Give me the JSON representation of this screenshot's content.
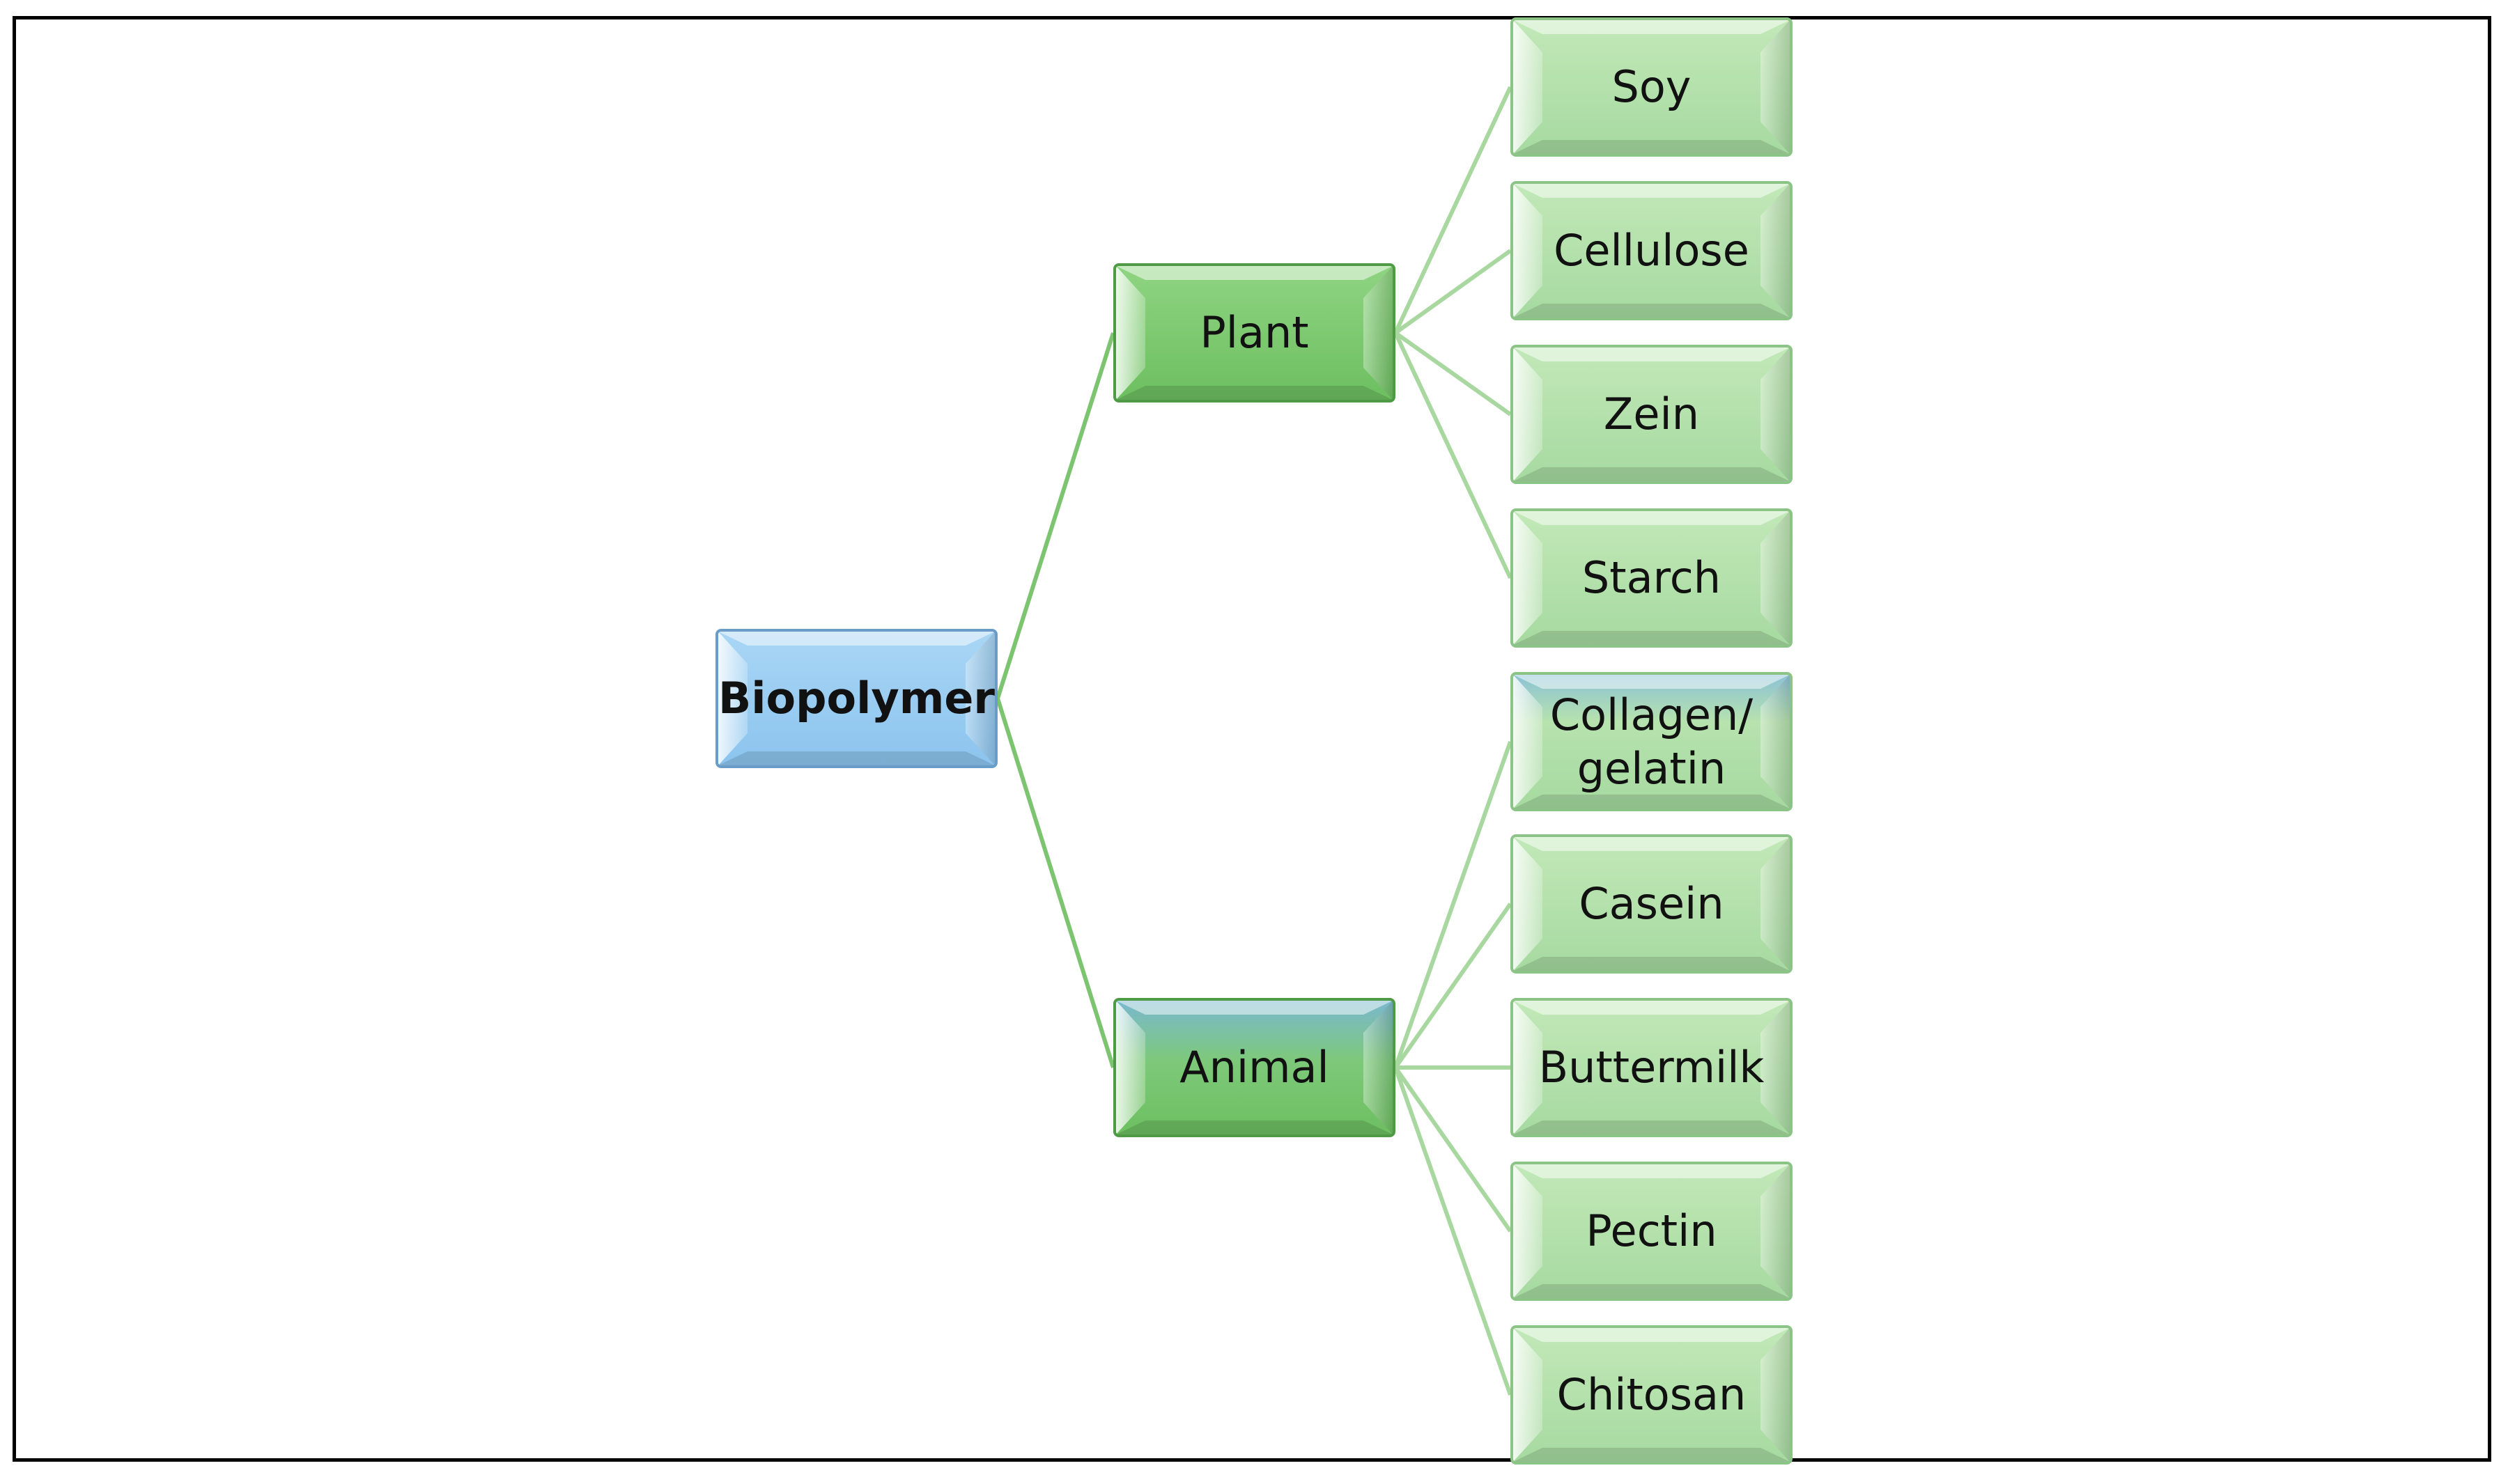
{
  "diagram": {
    "root": {
      "label": "Biopolymer"
    },
    "categories": [
      {
        "label": "Plant",
        "children": [
          "Soy",
          "Cellulose",
          "Zein",
          "Starch"
        ]
      },
      {
        "label": "Animal",
        "children": [
          "Collagen/\ngelatin",
          "Casein",
          "Buttermilk",
          "Pectin",
          "Chitosan"
        ]
      }
    ]
  },
  "colors": {
    "root_fill": "#8cc4ee",
    "category_fill": "#6dbf60",
    "leaf_fill": "#a6daa0",
    "connector": "#7cc470",
    "leaf_connector": "#a8d8a0",
    "frame": "#000000"
  }
}
